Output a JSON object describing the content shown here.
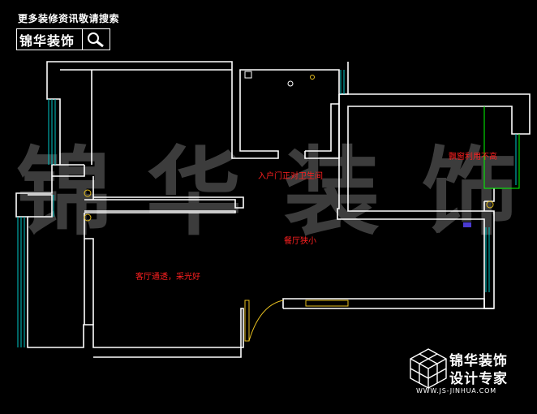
{
  "header": {
    "caption": "更多装修资讯敬请搜索",
    "logo_text": "锦华装饰",
    "search_icon": "magnifier-icon"
  },
  "watermark": {
    "chars": [
      "锦",
      "华",
      "装",
      "饰"
    ]
  },
  "footer_brand": {
    "name": "锦华装饰",
    "slogan": "设计专家",
    "url": "WWW.JS-JINHUA.COM",
    "logo_icon": "cube-logo-icon"
  },
  "annotations": {
    "entry_note": "入户门正对卫生间",
    "window_note": "飘窗利用不高",
    "dining_note": "餐厅狭小",
    "living_note": "客厅通透，采光好"
  },
  "colors": {
    "background": "#000000",
    "wall": "#ffffff",
    "window": "#00c8c8",
    "annotation": "#ff2020",
    "door": "#e8c020",
    "watermark": "#3c3c3c",
    "bay_window": "#00ff00"
  }
}
